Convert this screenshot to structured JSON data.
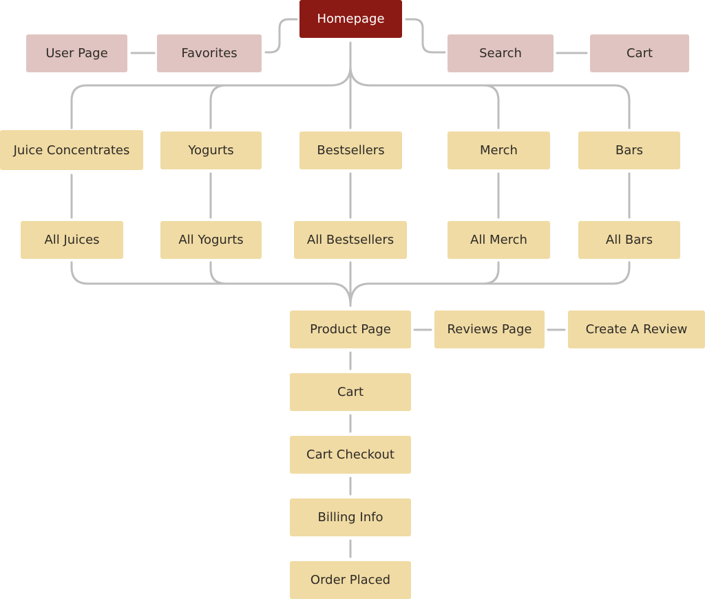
{
  "root": {
    "label": "Homepage"
  },
  "top_left": {
    "user_page": "User Page",
    "favorites": "Favorites"
  },
  "top_right": {
    "search": "Search",
    "cart": "Cart"
  },
  "categories": [
    {
      "label": "Juice Concentrates",
      "all": "All Juices"
    },
    {
      "label": "Yogurts",
      "all": "All Yogurts"
    },
    {
      "label": "Bestsellers",
      "all": "All Bestsellers"
    },
    {
      "label": "Merch",
      "all": "All Merch"
    },
    {
      "label": "Bars",
      "all": "All Bars"
    }
  ],
  "product_flow": {
    "product_page": "Product Page",
    "reviews_page": "Reviews Page",
    "create_review": "Create A Review",
    "cart": "Cart",
    "cart_checkout": "Cart Checkout",
    "billing_info": "Billing Info",
    "order_placed": "Order Placed"
  },
  "colors": {
    "root": "#8b1a14",
    "secondary_nav": "#e0c4c1",
    "page_node": "#f0dba4",
    "connector": "#bdbdbd"
  }
}
